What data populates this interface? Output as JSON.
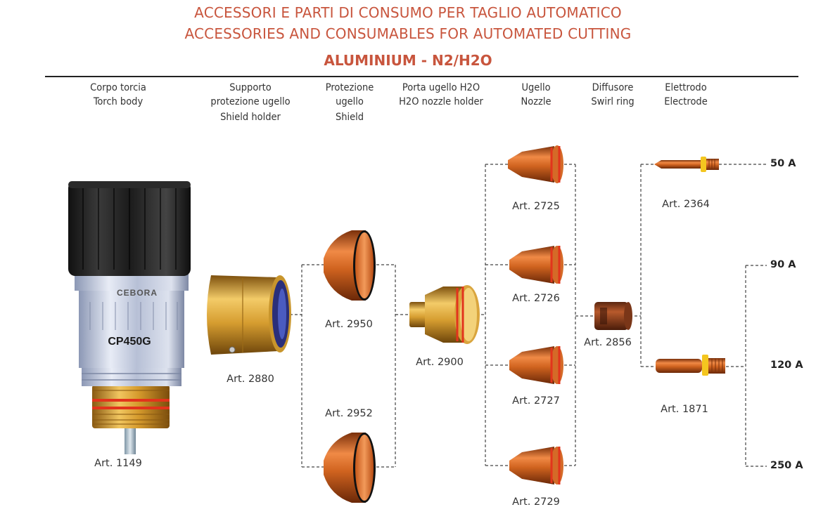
{
  "title": {
    "line1": "ACCESSORI E PARTI DI CONSUMO PER TAGLIO AUTOMATICO",
    "line2": "ACCESSORIES AND CONSUMABLES FOR AUTOMATED CUTTING",
    "subtitle": "ALUMINIUM - N2/H2O"
  },
  "columns": [
    {
      "it": "Corpo torcia",
      "en": "Torch body"
    },
    {
      "it": "Supporto protezione ugello",
      "en": "Shield holder"
    },
    {
      "it": "Protezione ugello",
      "en": "Shield"
    },
    {
      "it": "Porta ugello H2O",
      "en": "H2O nozzle holder"
    },
    {
      "it": "Ugello",
      "en": "Nozzle"
    },
    {
      "it": "Diffusore",
      "en": "Swirl ring"
    },
    {
      "it": "Elettrodo",
      "en": "Electrode"
    }
  ],
  "torch": {
    "brand": "CEBORA",
    "model": "CP450G"
  },
  "parts": {
    "torch_body": "Art. 1149",
    "shield_holder": "Art. 2880",
    "shield_a": "Art. 2950",
    "shield_b": "Art. 2952",
    "nozzle_holder": "Art. 2900",
    "nozzle_a": "Art. 2725",
    "nozzle_b": "Art. 2726",
    "nozzle_c": "Art. 2727",
    "nozzle_d": "Art. 2729",
    "swirl_ring": "Art. 2856",
    "electrode_a": "Art. 2364",
    "electrode_b": "Art. 1871"
  },
  "currents": [
    "50 A",
    "90 A",
    "120 A",
    "250 A"
  ],
  "colors": {
    "title": "#c8553d",
    "brass": "#d4a03a",
    "copper": "#c9641f",
    "oring": "#e03a1e"
  }
}
